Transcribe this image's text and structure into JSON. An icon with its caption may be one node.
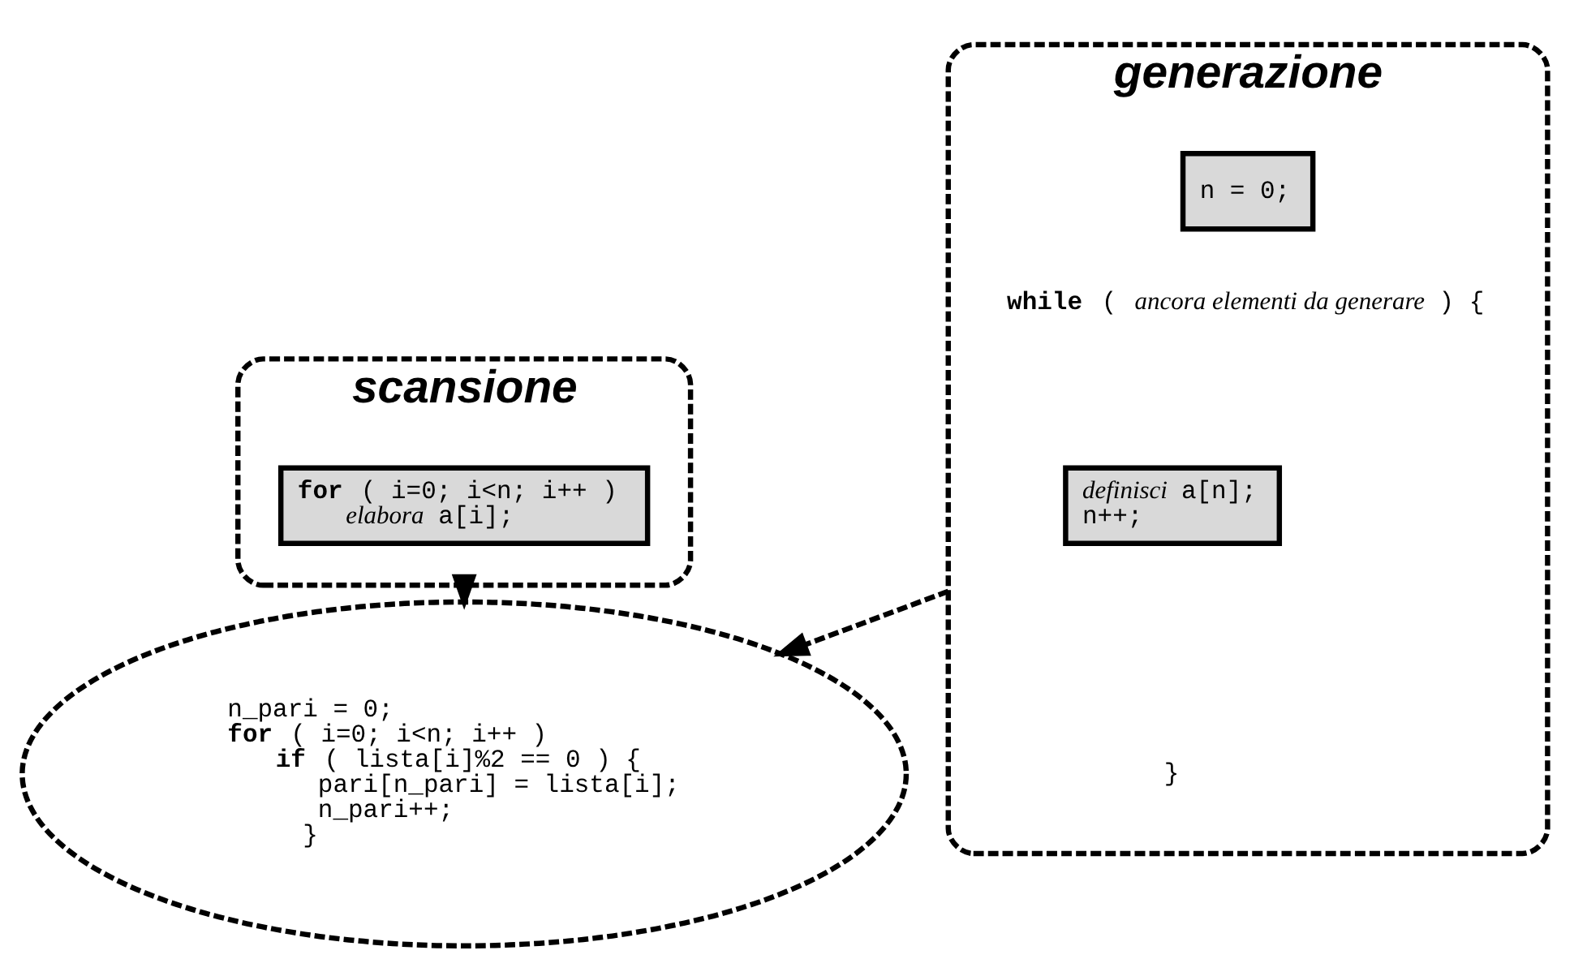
{
  "diagram": {
    "nodes": [
      {
        "text": [
          "scansione"
        ]
      },
      {
        "text": [
          "**for** ( i=0; i<n; i++ )",
          "*elabora* a[i];"
        ],
        "in": 0
      },
      {
        "text": [
          "generazione"
        ]
      },
      {
        "text": [
          "n = 0;"
        ],
        "in": 2
      },
      {
        "text": [
          "*definisci* a[n];",
          "n++;"
        ],
        "in": 2
      },
      {
        "text": [
          "n_pari = 0;",
          "**for** ( i=0; i<n; i++ )",
          "**if** ( lista[i]%2 == 0 ) {",
          "pari[n_pari] = lista[i];",
          "n_pari++;",
          "}"
        ]
      }
    ],
    "edges": [
      {
        "from": 0,
        "to": 5,
        "arrow": "to",
        "style": "dashed"
      },
      {
        "from": 2,
        "to": 5,
        "arrow": "to",
        "style": "dashed"
      }
    ],
    "labels": [
      "**while** ( *ancora elementi da generare* ) {",
      "}"
    ]
  }
}
